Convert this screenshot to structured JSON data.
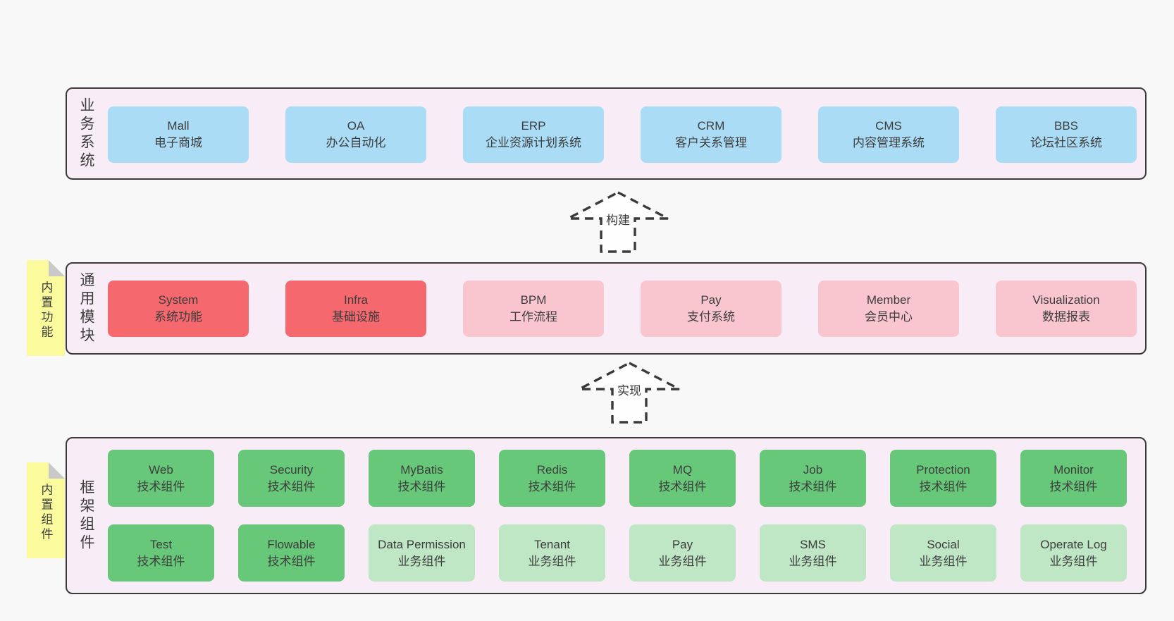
{
  "palette": {
    "page_bg": "#f8f8f8",
    "band_bg": "#f8edf6",
    "band_border": "#3a3a3a",
    "blue": "#aadcf5",
    "red": "#f4686e",
    "pink": "#f9c6cf",
    "green": "#66c878",
    "light_green": "#bfe7c6",
    "sticky_yellow": "#fbfb9d",
    "fold_gray": "#c9c9c9",
    "text": "#3c3c3c"
  },
  "bands": {
    "business": {
      "label": "业务系统",
      "boxes": [
        {
          "title": "Mall",
          "subtitle": "电子商城"
        },
        {
          "title": "OA",
          "subtitle": "办公自动化"
        },
        {
          "title": "ERP",
          "subtitle": "企业资源计划系统"
        },
        {
          "title": "CRM",
          "subtitle": "客户关系管理"
        },
        {
          "title": "CMS",
          "subtitle": "内容管理系统"
        },
        {
          "title": "BBS",
          "subtitle": "论坛社区系统"
        }
      ]
    },
    "modules": {
      "label": "通用模块",
      "boxes": [
        {
          "title": "System",
          "subtitle": "系统功能"
        },
        {
          "title": "Infra",
          "subtitle": "基础设施"
        },
        {
          "title": "BPM",
          "subtitle": "工作流程"
        },
        {
          "title": "Pay",
          "subtitle": "支付系统"
        },
        {
          "title": "Member",
          "subtitle": "会员中心"
        },
        {
          "title": "Visualization",
          "subtitle": "数据报表"
        }
      ]
    },
    "components": {
      "label": "框架组件",
      "rows": [
        [
          {
            "title": "Web",
            "subtitle": "技术组件"
          },
          {
            "title": "Security",
            "subtitle": "技术组件"
          },
          {
            "title": "MyBatis",
            "subtitle": "技术组件"
          },
          {
            "title": "Redis",
            "subtitle": "技术组件"
          },
          {
            "title": "MQ",
            "subtitle": "技术组件"
          },
          {
            "title": "Job",
            "subtitle": "技术组件"
          },
          {
            "title": "Protection",
            "subtitle": "技术组件"
          },
          {
            "title": "Monitor",
            "subtitle": "技术组件"
          }
        ],
        [
          {
            "title": "Test",
            "subtitle": "技术组件"
          },
          {
            "title": "Flowable",
            "subtitle": "技术组件"
          },
          {
            "title": "Data Permission",
            "subtitle": "业务组件"
          },
          {
            "title": "Tenant",
            "subtitle": "业务组件"
          },
          {
            "title": "Pay",
            "subtitle": "业务组件"
          },
          {
            "title": "SMS",
            "subtitle": "业务组件"
          },
          {
            "title": "Social",
            "subtitle": "业务组件"
          },
          {
            "title": "Operate Log",
            "subtitle": "业务组件"
          }
        ]
      ]
    }
  },
  "stickies": [
    {
      "label": "内置功能"
    },
    {
      "label": "内置组件"
    }
  ],
  "arrows": [
    {
      "label": "构建"
    },
    {
      "label": "实现"
    }
  ]
}
